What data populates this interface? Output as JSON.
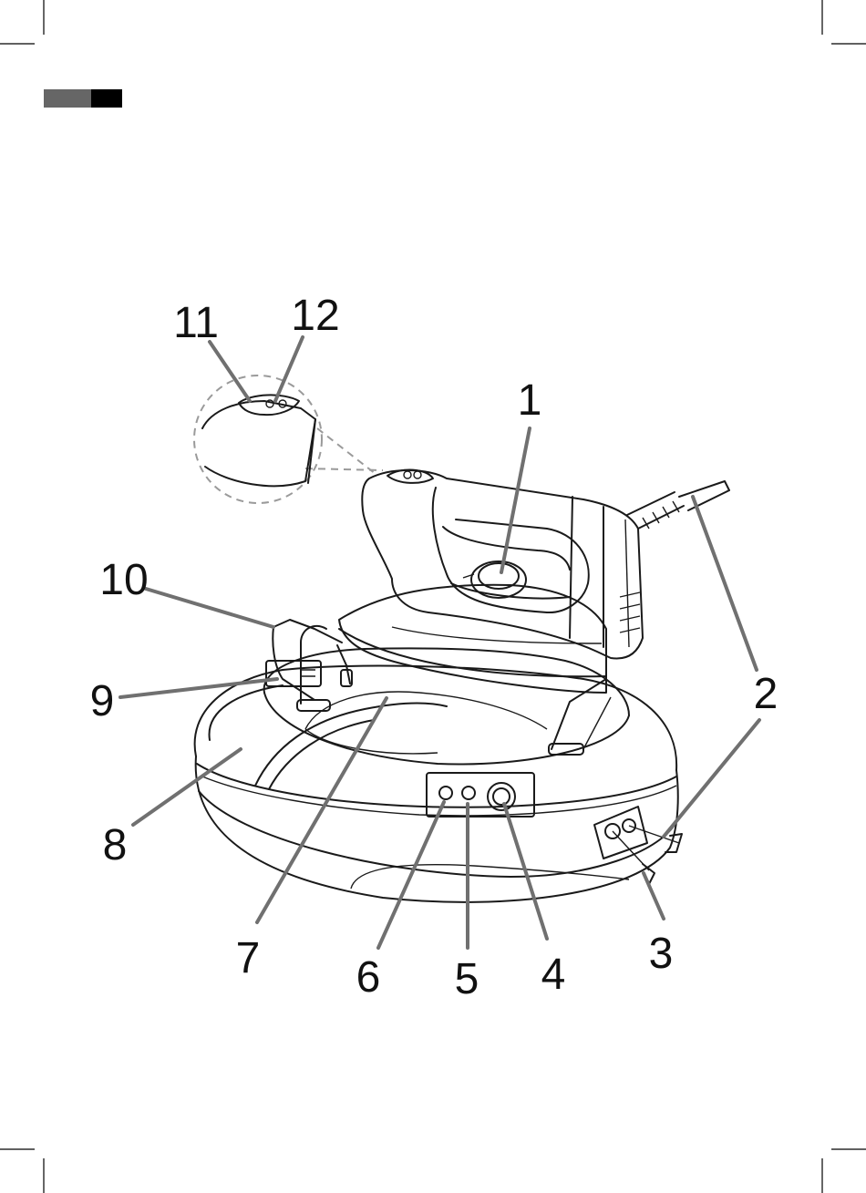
{
  "colors": {
    "header_bar_gray": "#666666",
    "header_bar_black": "#000000",
    "leader_lines": "#707070",
    "line_art": "#1a1a1a",
    "zoom_circle": "#9a9a9a"
  },
  "callouts": [
    "1",
    "2",
    "2",
    "3",
    "4",
    "5",
    "6",
    "7",
    "8",
    "9",
    "10",
    "11",
    "12"
  ]
}
